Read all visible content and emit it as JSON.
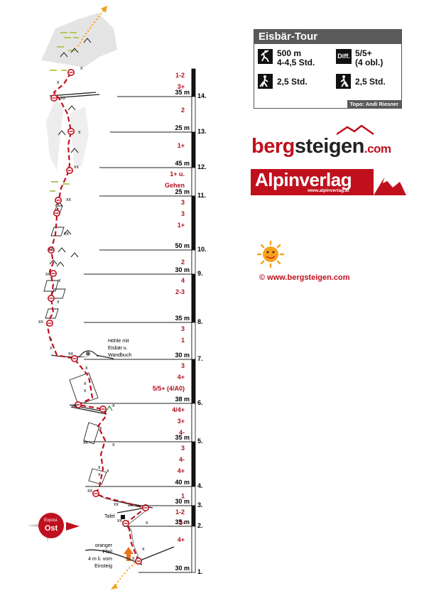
{
  "tour": {
    "title": "Eisbär-Tour",
    "length": "500 m",
    "climb_time": "4-4,5 Std.",
    "diff_label": "Diff.",
    "difficulty": "5/5+",
    "difficulty_obl": "(4 obl.)",
    "approach_time": "2,5 Std.",
    "descent_time": "2,5 Std.",
    "credit": "Topo: Andi Riesner"
  },
  "logos": {
    "bergsteigen_part1": "berg",
    "bergsteigen_part2": "steigen",
    "bergsteigen_tld": ".com",
    "alpinverlag": "Alpinverlag",
    "alpinverlag_url": "www.alpinverlag.at"
  },
  "copyright": "© www.bergsteigen.com",
  "compass": {
    "top_label": "Exposi.",
    "label": "Ost",
    "color": "#c0101e"
  },
  "pitches": [
    {
      "number": "14.",
      "length": "35 m",
      "grades": [
        "1-2",
        "3+"
      ]
    },
    {
      "number": "13.",
      "length": "25 m",
      "grades": [
        "2"
      ]
    },
    {
      "number": "12.",
      "length": "45 m",
      "grades": [
        "1+"
      ]
    },
    {
      "number": "11.",
      "length": "25 m",
      "grades": [
        "1+ u.",
        "Gehen"
      ]
    },
    {
      "number": "10.",
      "length": "50 m",
      "grades": [
        "3",
        "3",
        "1+"
      ]
    },
    {
      "number": "9.",
      "length": "30 m",
      "grades": [
        "2"
      ]
    },
    {
      "number": "8.",
      "length": "35 m",
      "grades": [
        "4",
        "2-3"
      ]
    },
    {
      "number": "7.",
      "length": "30 m",
      "grades": [
        "3",
        "1"
      ]
    },
    {
      "number": "6.",
      "length": "38 m",
      "grades": [
        "3",
        "4+",
        "5/5+ (4/A0)"
      ]
    },
    {
      "number": "5.",
      "length": "35 m",
      "grades": [
        "4/4+",
        "3+",
        "4-"
      ]
    },
    {
      "number": "4.",
      "length": "40 m",
      "grades": [
        "3",
        "4-",
        "4+"
      ]
    },
    {
      "number": "3.",
      "length": "30 m",
      "grades": [
        "1"
      ]
    },
    {
      "number": "2.",
      "length": "35 m",
      "grades": [
        "1-2",
        "3-"
      ]
    },
    {
      "number": "1.",
      "length": "30 m",
      "grades": [
        "4+"
      ]
    }
  ],
  "annotations": {
    "cave": [
      "Höhle mit",
      "Eisbär u.",
      "Wandbuch"
    ],
    "tafel": "Tafel",
    "start": [
      "oranger",
      "Pfeil",
      "4 m li. vom",
      "Einsteig"
    ],
    "bolt": "x",
    "double_bolt": "xx"
  },
  "colors": {
    "route": "#c0101e",
    "grade": "#b0101e",
    "approach": "#f2a11b",
    "sun": "#f7a21b"
  }
}
